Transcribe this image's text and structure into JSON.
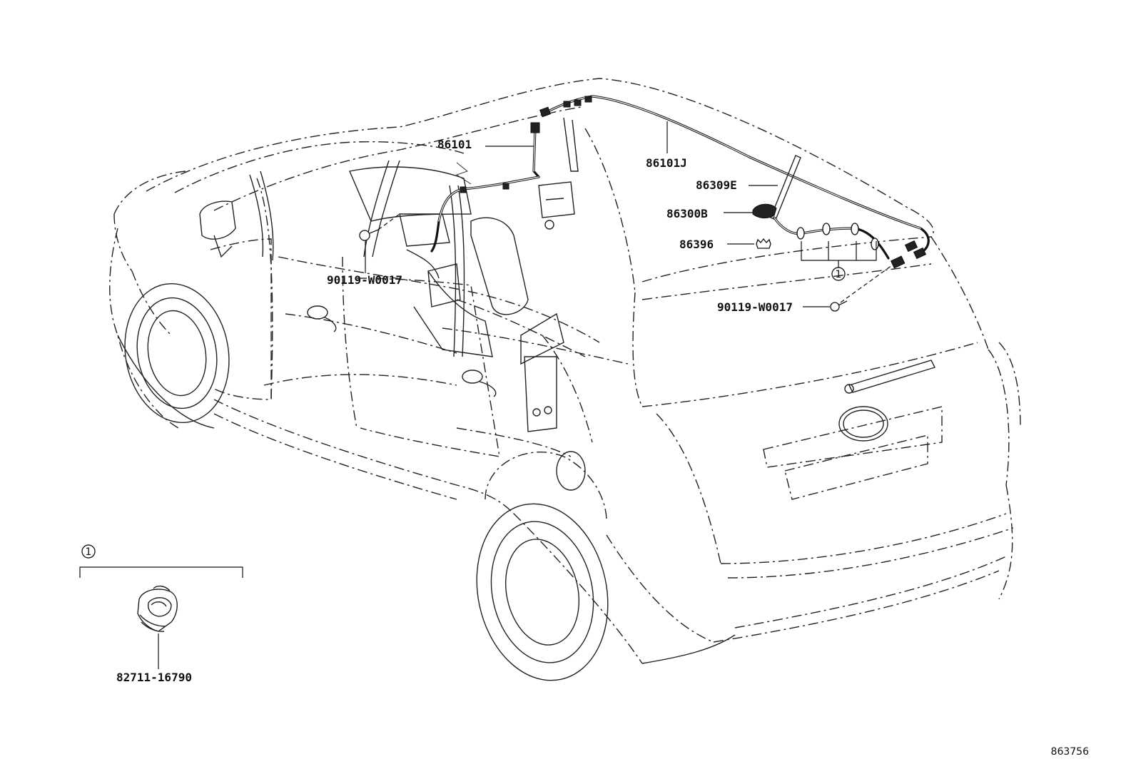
{
  "labels": {
    "wire_86101": "86101",
    "wire_86101J": "86101J",
    "antenna_86309E": "86309E",
    "antenna_86300B": "86300B",
    "nut_86396": "86396",
    "bolt_front": "90119-W0017",
    "bolt_rear": "90119-W0017",
    "callout_circle": "1",
    "clamp_group_number": "1",
    "clamp_part": "82711-16790"
  },
  "diagram_id": "863756"
}
